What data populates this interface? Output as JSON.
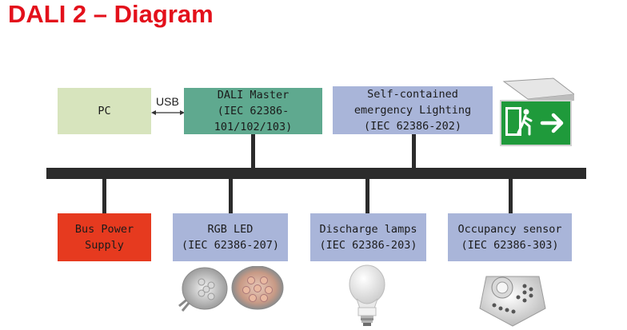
{
  "title": "DALI 2 – Diagram",
  "connection_label": "USB",
  "colors": {
    "title": "#e3101b",
    "pc": "#d7e4bd",
    "master": "#5fa98f",
    "device": "#a9b5d9",
    "bus_power": "#e63a1f",
    "bus": "#2b2b2b",
    "exit_sign": "#1f9a3b"
  },
  "nodes": {
    "pc": {
      "label": "PC"
    },
    "master": {
      "line1": "DALI Master",
      "line2": "(IEC 62386-101/102/103)"
    },
    "emergency": {
      "line1": "Self-contained",
      "line2": "emergency Lighting",
      "line3": "(IEC 62386-202)"
    },
    "bus_power": {
      "line1": "Bus Power",
      "line2": "Supply"
    },
    "rgb_led": {
      "line1": "RGB LED",
      "line2": "(IEC 62386-207)"
    },
    "discharge": {
      "line1": "Discharge lamps",
      "line2": "(IEC 62386-203)"
    },
    "occupancy": {
      "line1": "Occupancy sensor",
      "line2": "(IEC 62386-303)"
    }
  },
  "icons": [
    "exit-sign-icon",
    "led-spotlight-icon",
    "cfl-bulb-icon",
    "occupancy-sensor-icon"
  ]
}
